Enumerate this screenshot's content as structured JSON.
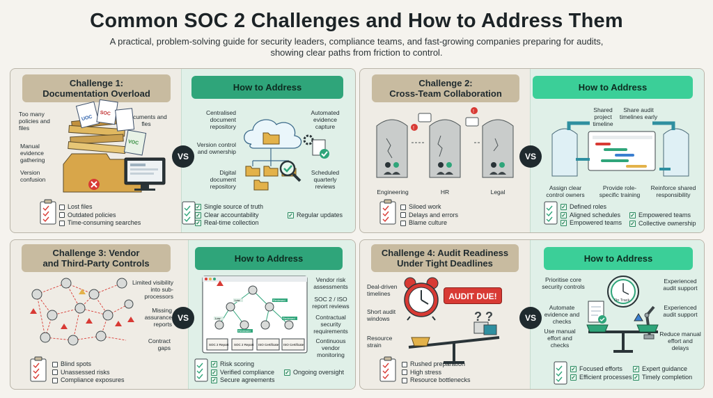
{
  "title": "Common SOC 2 Challenges and How to Address Them",
  "subtitle": "A practical, problem-solving guide for security leaders, compliance teams, and fast-growing companies preparing for audits, showing clear paths from friction to control.",
  "vs": "VS",
  "how": "How to Address",
  "c1": {
    "label_a": "Challenge 1:",
    "label_b": "Documentation Overload",
    "callouts": [
      "Too many policies and files",
      "Manual evidence gathering",
      "Version confusion",
      "Documents and fles"
    ],
    "problems": [
      "Lost files",
      "Outdated policies",
      "Time-consuming searches"
    ],
    "sol_callouts": [
      "Centralised document repository",
      "Version control and ownership",
      "Digital document repository",
      "Automated evidence capture",
      "Scheduled quarterly reviews"
    ],
    "benefits": [
      "Single source of truth",
      "Clear accountability",
      "Real-time collection",
      "Regular updates"
    ],
    "doc_tags": [
      "UOC",
      "SOC",
      "VOC"
    ]
  },
  "c2": {
    "label_a": "Challenge 2:",
    "label_b": "Cross-Team Collaboration",
    "silos": [
      "Engineering",
      "HR",
      "Legal"
    ],
    "problems": [
      "Siloed work",
      "Delays and errors",
      "Blame culture"
    ],
    "sol_callouts": [
      "Shared project timeline",
      "Share audit timelines early",
      "Assign clear control owners",
      "Provide role-specific training",
      "Reinforce shared responsibility"
    ],
    "benefits": [
      "Defined roles",
      "Aligned schedules",
      "Empowered teams",
      "Empowered teams",
      "Collective ownership"
    ]
  },
  "c3": {
    "label_a": "Challenge 3: Vendor",
    "label_b": "and Third-Party Controls",
    "callouts": [
      "Limited visibility into sub-processors",
      "Missing assurance reports",
      "Contract gaps"
    ],
    "problems": [
      "Blind spots",
      "Unassessed risks",
      "Compliance exposures"
    ],
    "sol_callouts": [
      "Vendor risk assessments",
      "SOC 2 / ISO report reviews",
      "Contractual security requirements",
      "Continuous vendor monitoring"
    ],
    "tree_tags": [
      "Low",
      "Low",
      "Reviewed",
      "Reviewed",
      "Reviewed"
    ],
    "reports": [
      "SOC 2 Report",
      "SOC 2 Report",
      "ISO Certificate",
      "ISO Certificate"
    ],
    "benefits": [
      "Risk scoring",
      "Verified compliance",
      "Secure agreements",
      "Ongoing oversight"
    ]
  },
  "c4": {
    "label_a": "Challenge 4: Audit Readiness",
    "label_b": "Under Tight Deadlines",
    "callouts": [
      "Deal-driven timelines",
      "Short audit windows",
      "Resource strain"
    ],
    "audit_due": "AUDIT DUE!",
    "problems": [
      "Rushed preparation",
      "High stress",
      "Resource bottlenecks"
    ],
    "sol_callouts": [
      "Prioritise core security controls",
      "Automate evidence and checks",
      "Use manual effort and checks",
      "Experienced audit support",
      "Experienced audit support",
      "Reduce manual effort and delays"
    ],
    "clock_text": "On Track",
    "benefits": [
      "Focused efforts",
      "Efficient processes",
      "Expert guidance",
      "Timely completion"
    ]
  },
  "colors": {
    "accent_green": "#2fa57a",
    "bright_green": "#3bcf98",
    "label_tan": "#c8bba0",
    "alert_red": "#d83a34",
    "dark": "#1f2a2e"
  },
  "icons": [
    "document-stack-icon",
    "cloud-icon",
    "folder-icon",
    "magnifier-icon",
    "silo-icon",
    "team-icon",
    "timeline-icon",
    "building-icon",
    "warning-icon",
    "alarm-clock-icon",
    "scale-icon",
    "robot-arm-icon",
    "clipboard-icon",
    "checkbox-icon"
  ]
}
